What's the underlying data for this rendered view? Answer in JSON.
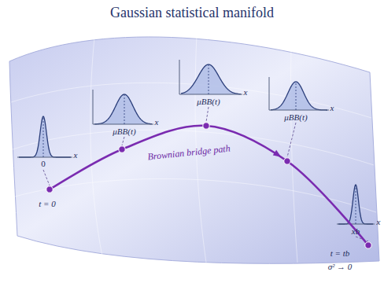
{
  "diagram": {
    "title": "Gaussian statistical manifold",
    "labels": [
      "0",
      "x",
      "μBB(t)",
      "x",
      "μBB(t)",
      "x",
      "μBB(t)",
      "x",
      "xb",
      "x",
      "Brownian bridge path",
      "t = 0",
      "t = tb",
      "σ² → 0"
    ]
  }
}
